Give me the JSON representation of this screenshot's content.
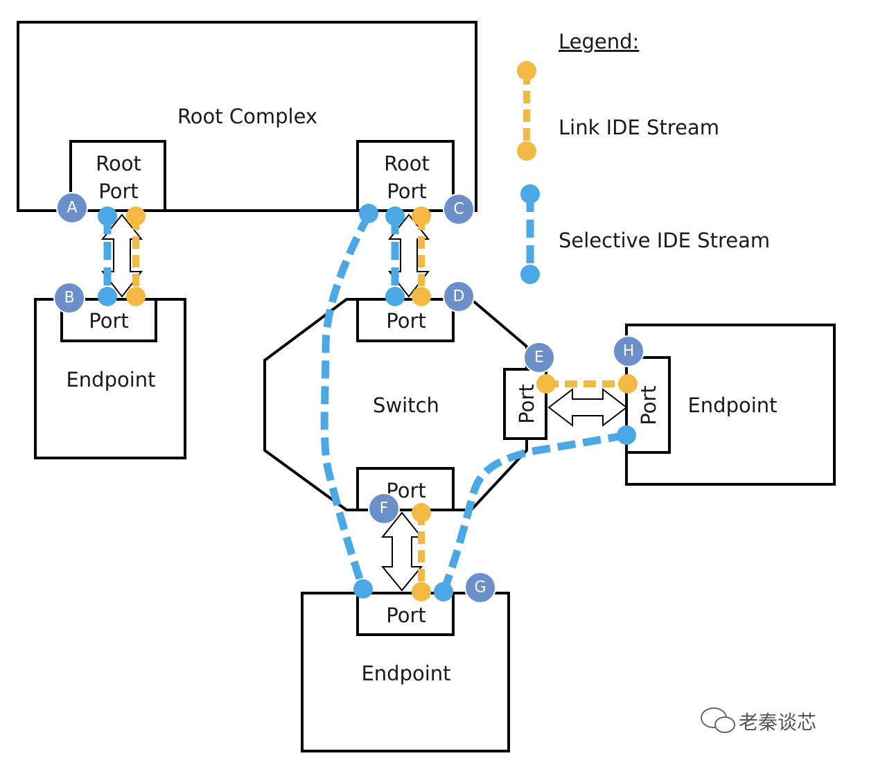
{
  "diagram": {
    "root_complex_label": "Root Complex",
    "root_port_labels": [
      "Root",
      "Port"
    ],
    "port_label": "Port",
    "endpoint_label": "Endpoint",
    "switch_label": "Switch",
    "markers": [
      "A",
      "B",
      "C",
      "D",
      "E",
      "F",
      "G",
      "H"
    ]
  },
  "legend": {
    "title": "Legend:",
    "link_stream": "Link IDE Stream",
    "selective_stream": "Selective IDE Stream",
    "colors": {
      "link": "#f4b942",
      "selective": "#4aa8e6",
      "marker": "#6b8fc9"
    }
  },
  "watermark": "老秦谈芯"
}
